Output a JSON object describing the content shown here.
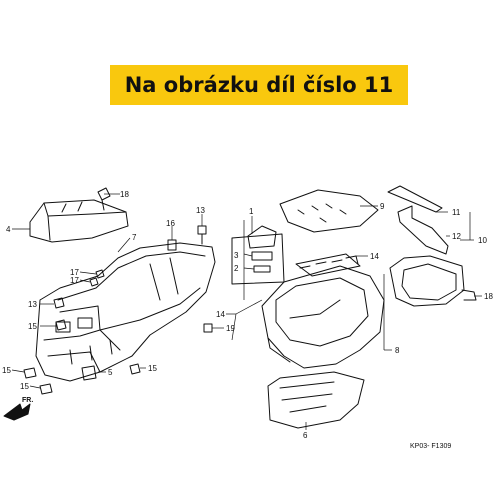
{
  "banner": {
    "text": "Na obrázku díl číslo 11",
    "color": "#f9c80e"
  },
  "callouts": {
    "c1": "1",
    "c2": "2",
    "c3": "3",
    "c4": "4",
    "c5": "5",
    "c6": "6",
    "c7": "7",
    "c8": "8",
    "c9": "9",
    "c10": "10",
    "c11": "11",
    "c12": "12",
    "c13a": "13",
    "c13b": "13",
    "c14a": "14",
    "c14b": "14",
    "c15a": "15",
    "c15b": "15",
    "c15c": "15",
    "c15d": "15",
    "c16": "16",
    "c17a": "17",
    "c17b": "17",
    "c18a": "18",
    "c18b": "18",
    "c19": "19"
  },
  "direction_label": "FR.",
  "diagram_code": "KP03- F1309"
}
